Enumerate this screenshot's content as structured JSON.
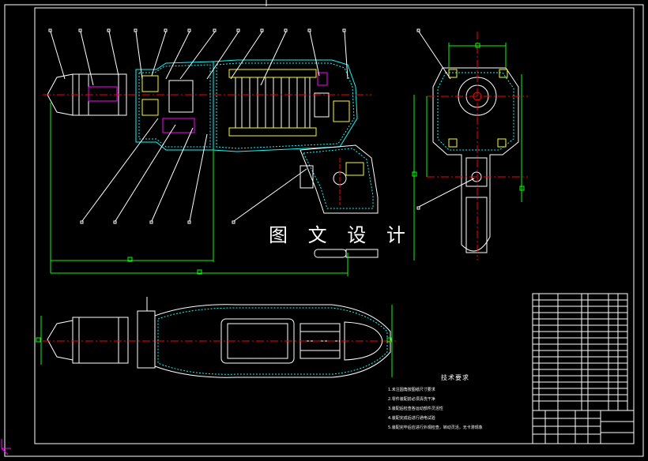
{
  "watermark": "图 文 设 计",
  "tech_requirements": {
    "title": "技术要求",
    "notes": [
      "1.未注圆角按图纸尺寸要求",
      "2.零件装配前必须清洗干净",
      "3.装配后检查各运动部件灵活性",
      "4.装配完成后进行通电试验",
      "5.装配完毕后应进行外观检查，转动灵活，无卡滞现象"
    ]
  },
  "colors": {
    "background": "#000000",
    "outline": "#ffffff",
    "dimension": "#00ff00",
    "centerline": "#ff0000",
    "hatch": "#00ffff",
    "part": "#ffff00",
    "accent": "#ff00ff"
  }
}
